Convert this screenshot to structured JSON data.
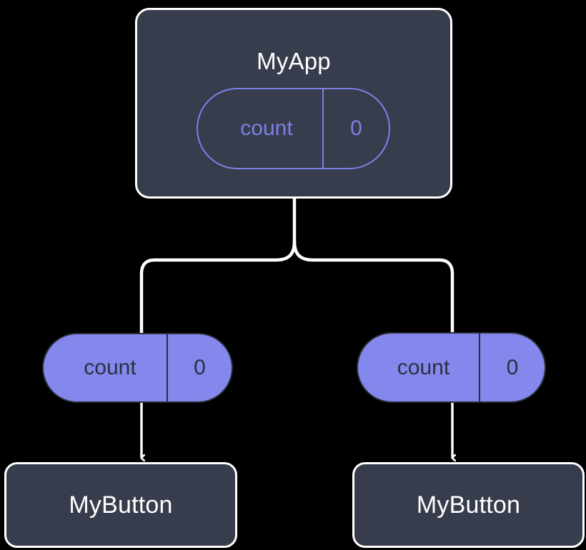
{
  "diagram": {
    "title_root": "MyApp",
    "background_color": "#000000",
    "box_fill": "#373D4C",
    "box_border": "#FFFFFF",
    "state_accent": "#7C80E8",
    "state_fill": "#8488EC",
    "state_text_dark": "#2C3040",
    "root": {
      "name": "MyApp",
      "state": {
        "key": "count",
        "value": "0"
      }
    },
    "children": [
      {
        "name": "MyButton",
        "state": {
          "key": "count",
          "value": "0"
        }
      },
      {
        "name": "MyButton",
        "state": {
          "key": "count",
          "value": "0"
        }
      }
    ],
    "edges": [
      {
        "from": "MyApp",
        "to": "left-count-pill",
        "style": "branch"
      },
      {
        "from": "MyApp",
        "to": "right-count-pill",
        "style": "branch"
      },
      {
        "from": "left-count-pill",
        "to": "left-MyButton",
        "style": "arrow"
      },
      {
        "from": "right-count-pill",
        "to": "right-MyButton",
        "style": "arrow"
      }
    ]
  }
}
